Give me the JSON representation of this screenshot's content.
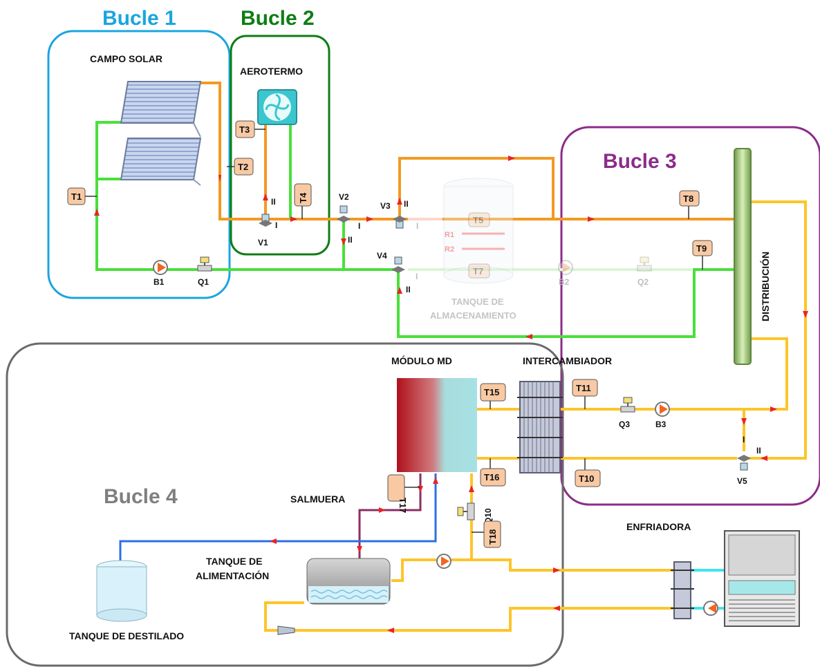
{
  "loops": {
    "bucle1": {
      "label": "Bucle 1",
      "color": "#1aa5e0"
    },
    "bucle2": {
      "label": "Bucle 2",
      "color": "#0e7d14"
    },
    "bucle3": {
      "label": "Bucle 3",
      "color": "#8b2c8a"
    },
    "bucle4": {
      "label": "Bucle 4",
      "color": "#7f7f7f"
    }
  },
  "headings": {
    "campo_solar": "CAMPO SOLAR",
    "aerotermo": "AEROTERMO",
    "tanque_almac_1": "TANQUE DE",
    "tanque_almac_2": "ALMACENAMIENTO",
    "distribucion": "DISTRIBUCIÓN",
    "modulo_md": "MÓDULO MD",
    "intercambiador": "INTERCAMBIADOR",
    "salmuera": "SALMUERA",
    "tanque_alim_1": "TANQUE DE",
    "tanque_alim_2": "ALIMENTACIÓN",
    "tanque_destilado": "TANQUE DE DESTILADO",
    "enfriadora": "ENFRIADORA"
  },
  "sensors": {
    "T1": "T1",
    "T2": "T2",
    "T3": "T3",
    "T4": "T4",
    "T5": "T5",
    "T7": "T7",
    "T8": "T8",
    "T9": "T9",
    "T10": "T10",
    "T11": "T11",
    "T15": "T15",
    "T16": "T16",
    "T17": "T17",
    "T18": "T18"
  },
  "components": {
    "B1": "B1",
    "B2": "B2",
    "B3": "B3",
    "Q1": "Q1",
    "Q2": "Q2",
    "Q3": "Q3",
    "Q10": "Q10",
    "V1": "V1",
    "V2": "V2",
    "V3": "V3",
    "V4": "V4",
    "V5": "V5",
    "R1": "R1",
    "R2": "R2"
  },
  "ports": {
    "I": "I",
    "II": "II"
  },
  "pipe_colors": {
    "hot": "#f29a22",
    "cold": "#49e03a",
    "feed": "#fcc52a",
    "brine": "#8c2e63",
    "distillate": "#2b6fe6",
    "chilled": "#3fe6ea"
  }
}
